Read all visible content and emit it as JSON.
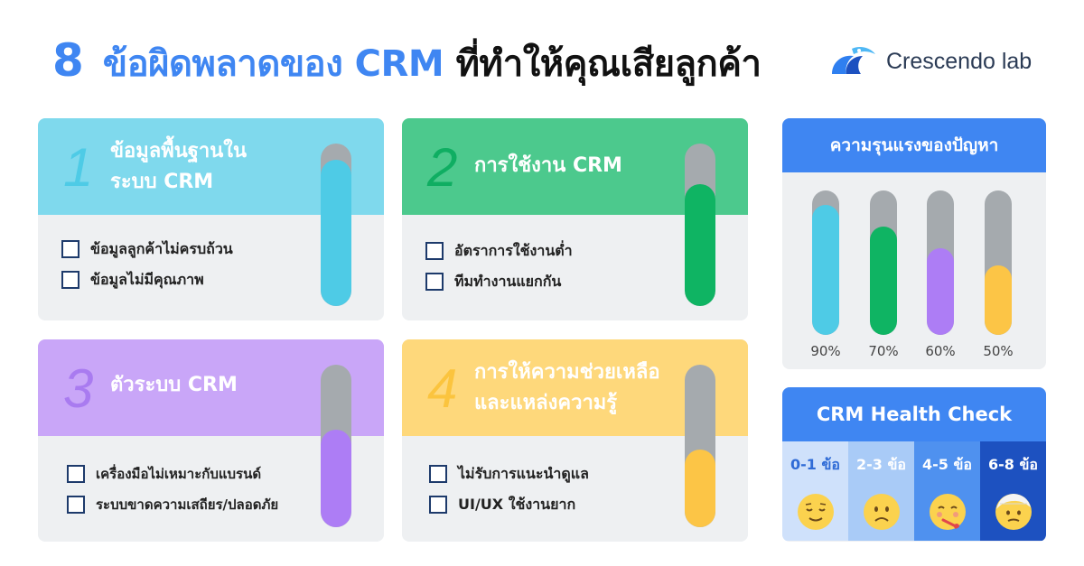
{
  "header": {
    "num": "8",
    "title_blue": "ข้อผิดพลาดของ CRM",
    "title_dark": "ที่ทำให้คุณเสียลูกค้า"
  },
  "brand": {
    "name": "Crescendo lab"
  },
  "cards": [
    {
      "num": "1",
      "title_line1": "ข้อมูลพื้นฐานใน",
      "title_line2": "ระบบ CRM",
      "items": [
        "ข้อมูลลูกค้าไม่ครบถ้วน",
        "ข้อมูลไม่มีคุณภาพ"
      ],
      "level": 0.9,
      "head_color": "#7fd9ed",
      "num_color": "#4ecbe6",
      "bar_color": "#4ecbe6"
    },
    {
      "num": "2",
      "title_line1": "การใช้งาน CRM",
      "title_line2": "",
      "items": [
        "อัตราการใช้งานต่ำ",
        "ทีมทำงานแยกกัน"
      ],
      "level": 0.7,
      "head_color": "#4cc98d",
      "num_color": "#0fae62",
      "bar_color": "#0fb463"
    },
    {
      "num": "3",
      "title_line1": "ตัวระบบ CRM",
      "title_line2": "",
      "items": [
        "เครื่องมือไม่เหมาะกับแบรนด์",
        "ระบบขาดความเสถียร/ปลอดภัย"
      ],
      "level": 0.6,
      "head_color": "#c9a6f8",
      "num_color": "#a97bf0",
      "bar_color": "#ad7df5"
    },
    {
      "num": "4",
      "title_line1": "การให้ความช่วยเหลือ",
      "title_line2": "และแหล่งความรู้",
      "items": [
        "ไม่รับการแนะนำดูแล",
        "UI/UX ใช้งานยาก"
      ],
      "level": 0.5,
      "head_color": "#fed87b",
      "num_color": "#fbc43e",
      "bar_color": "#fcc546"
    }
  ],
  "severity": {
    "title": "ความรุนแรงของปัญหา",
    "bars": [
      {
        "label": "90%",
        "value": 0.9,
        "color": "#4ecbe6"
      },
      {
        "label": "70%",
        "value": 0.7,
        "color": "#0fb463"
      },
      {
        "label": "60%",
        "value": 0.6,
        "color": "#ad7df5"
      },
      {
        "label": "50%",
        "value": 0.5,
        "color": "#fcc546"
      }
    ]
  },
  "health": {
    "title": "CRM Health Check",
    "levels": [
      {
        "label": "0-1 ข้อ",
        "bg": "#cfe1fb",
        "text": "#2f6bd6",
        "emoji": "relieved-face-icon"
      },
      {
        "label": "2-3 ข้อ",
        "bg": "#a9cbf7",
        "text": "#ffffff",
        "emoji": "frowning-face-icon"
      },
      {
        "label": "4-5 ข้อ",
        "bg": "#4f91ef",
        "text": "#ffffff",
        "emoji": "face-with-thermometer-icon"
      },
      {
        "label": "6-8 ข้อ",
        "bg": "#1d51c0",
        "text": "#ffffff",
        "emoji": "face-with-head-bandage-icon"
      }
    ]
  }
}
